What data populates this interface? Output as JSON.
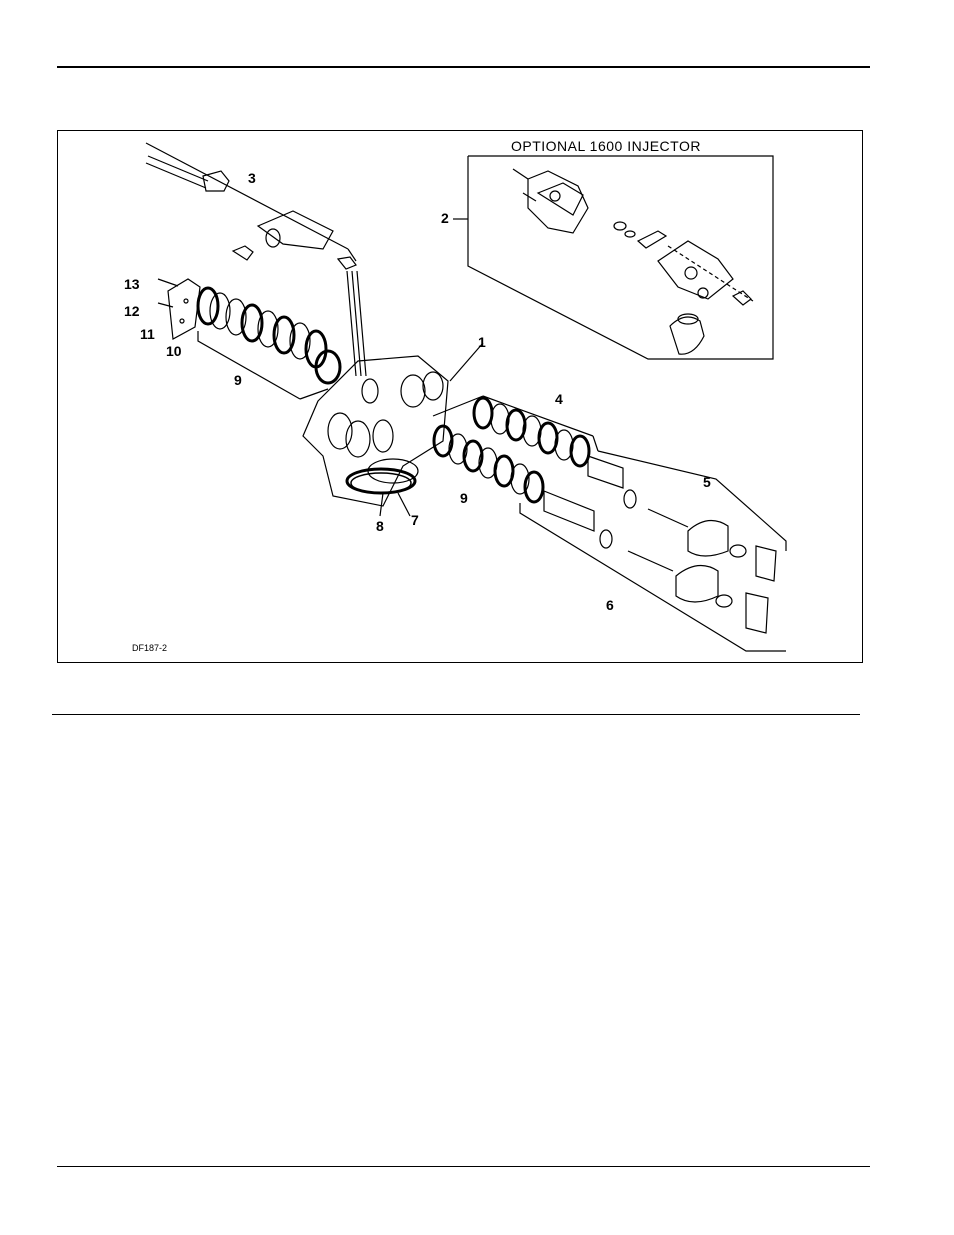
{
  "figure": {
    "code": "DF187-2",
    "inset_title": "OPTIONAL 1600 INJECTOR",
    "callouts": {
      "c1": "1",
      "c2": "2",
      "c3": "3",
      "c4": "4",
      "c5": "5",
      "c6": "6",
      "c7": "7",
      "c8": "8",
      "c9a": "9",
      "c9b": "9",
      "c10": "10",
      "c11": "11",
      "c12": "12",
      "c13": "13"
    }
  }
}
